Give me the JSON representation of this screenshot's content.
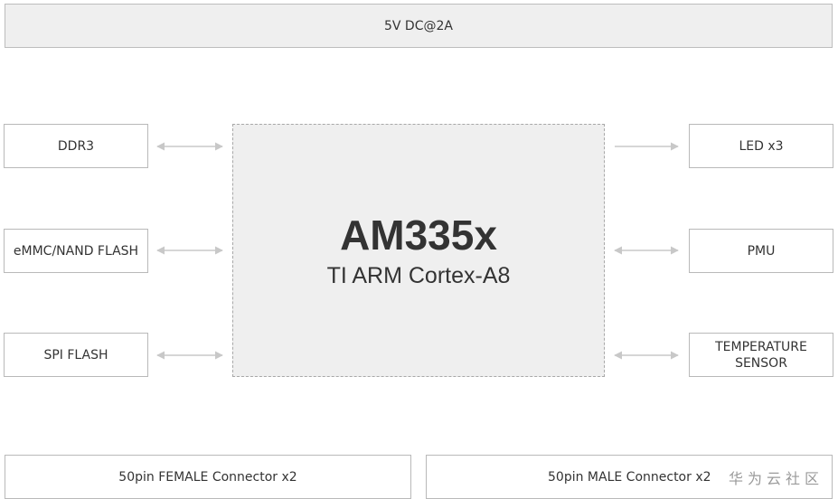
{
  "power": {
    "label": "5V DC@2A"
  },
  "cpu": {
    "title": "AM335x",
    "subtitle": "TI ARM Cortex-A8"
  },
  "left_blocks": [
    {
      "label": "DDR3",
      "arrow": "bidirectional"
    },
    {
      "label": "eMMC/NAND FLASH",
      "arrow": "bidirectional"
    },
    {
      "label": "SPI FLASH",
      "arrow": "bidirectional"
    }
  ],
  "right_blocks": [
    {
      "label": "LED x3",
      "arrow": "outgoing"
    },
    {
      "label": "PMU",
      "arrow": "bidirectional"
    },
    {
      "label": "TEMPERATURE SENSOR",
      "arrow": "bidirectional"
    }
  ],
  "connectors": {
    "female": "50pin FEMALE Connector x2",
    "male": "50pin MALE Connector x2"
  },
  "watermark": "华为云社区",
  "colors": {
    "border": "#b9b9b9",
    "fill": "#efefef",
    "arrow": "#c8c8c8",
    "text": "#333333"
  }
}
